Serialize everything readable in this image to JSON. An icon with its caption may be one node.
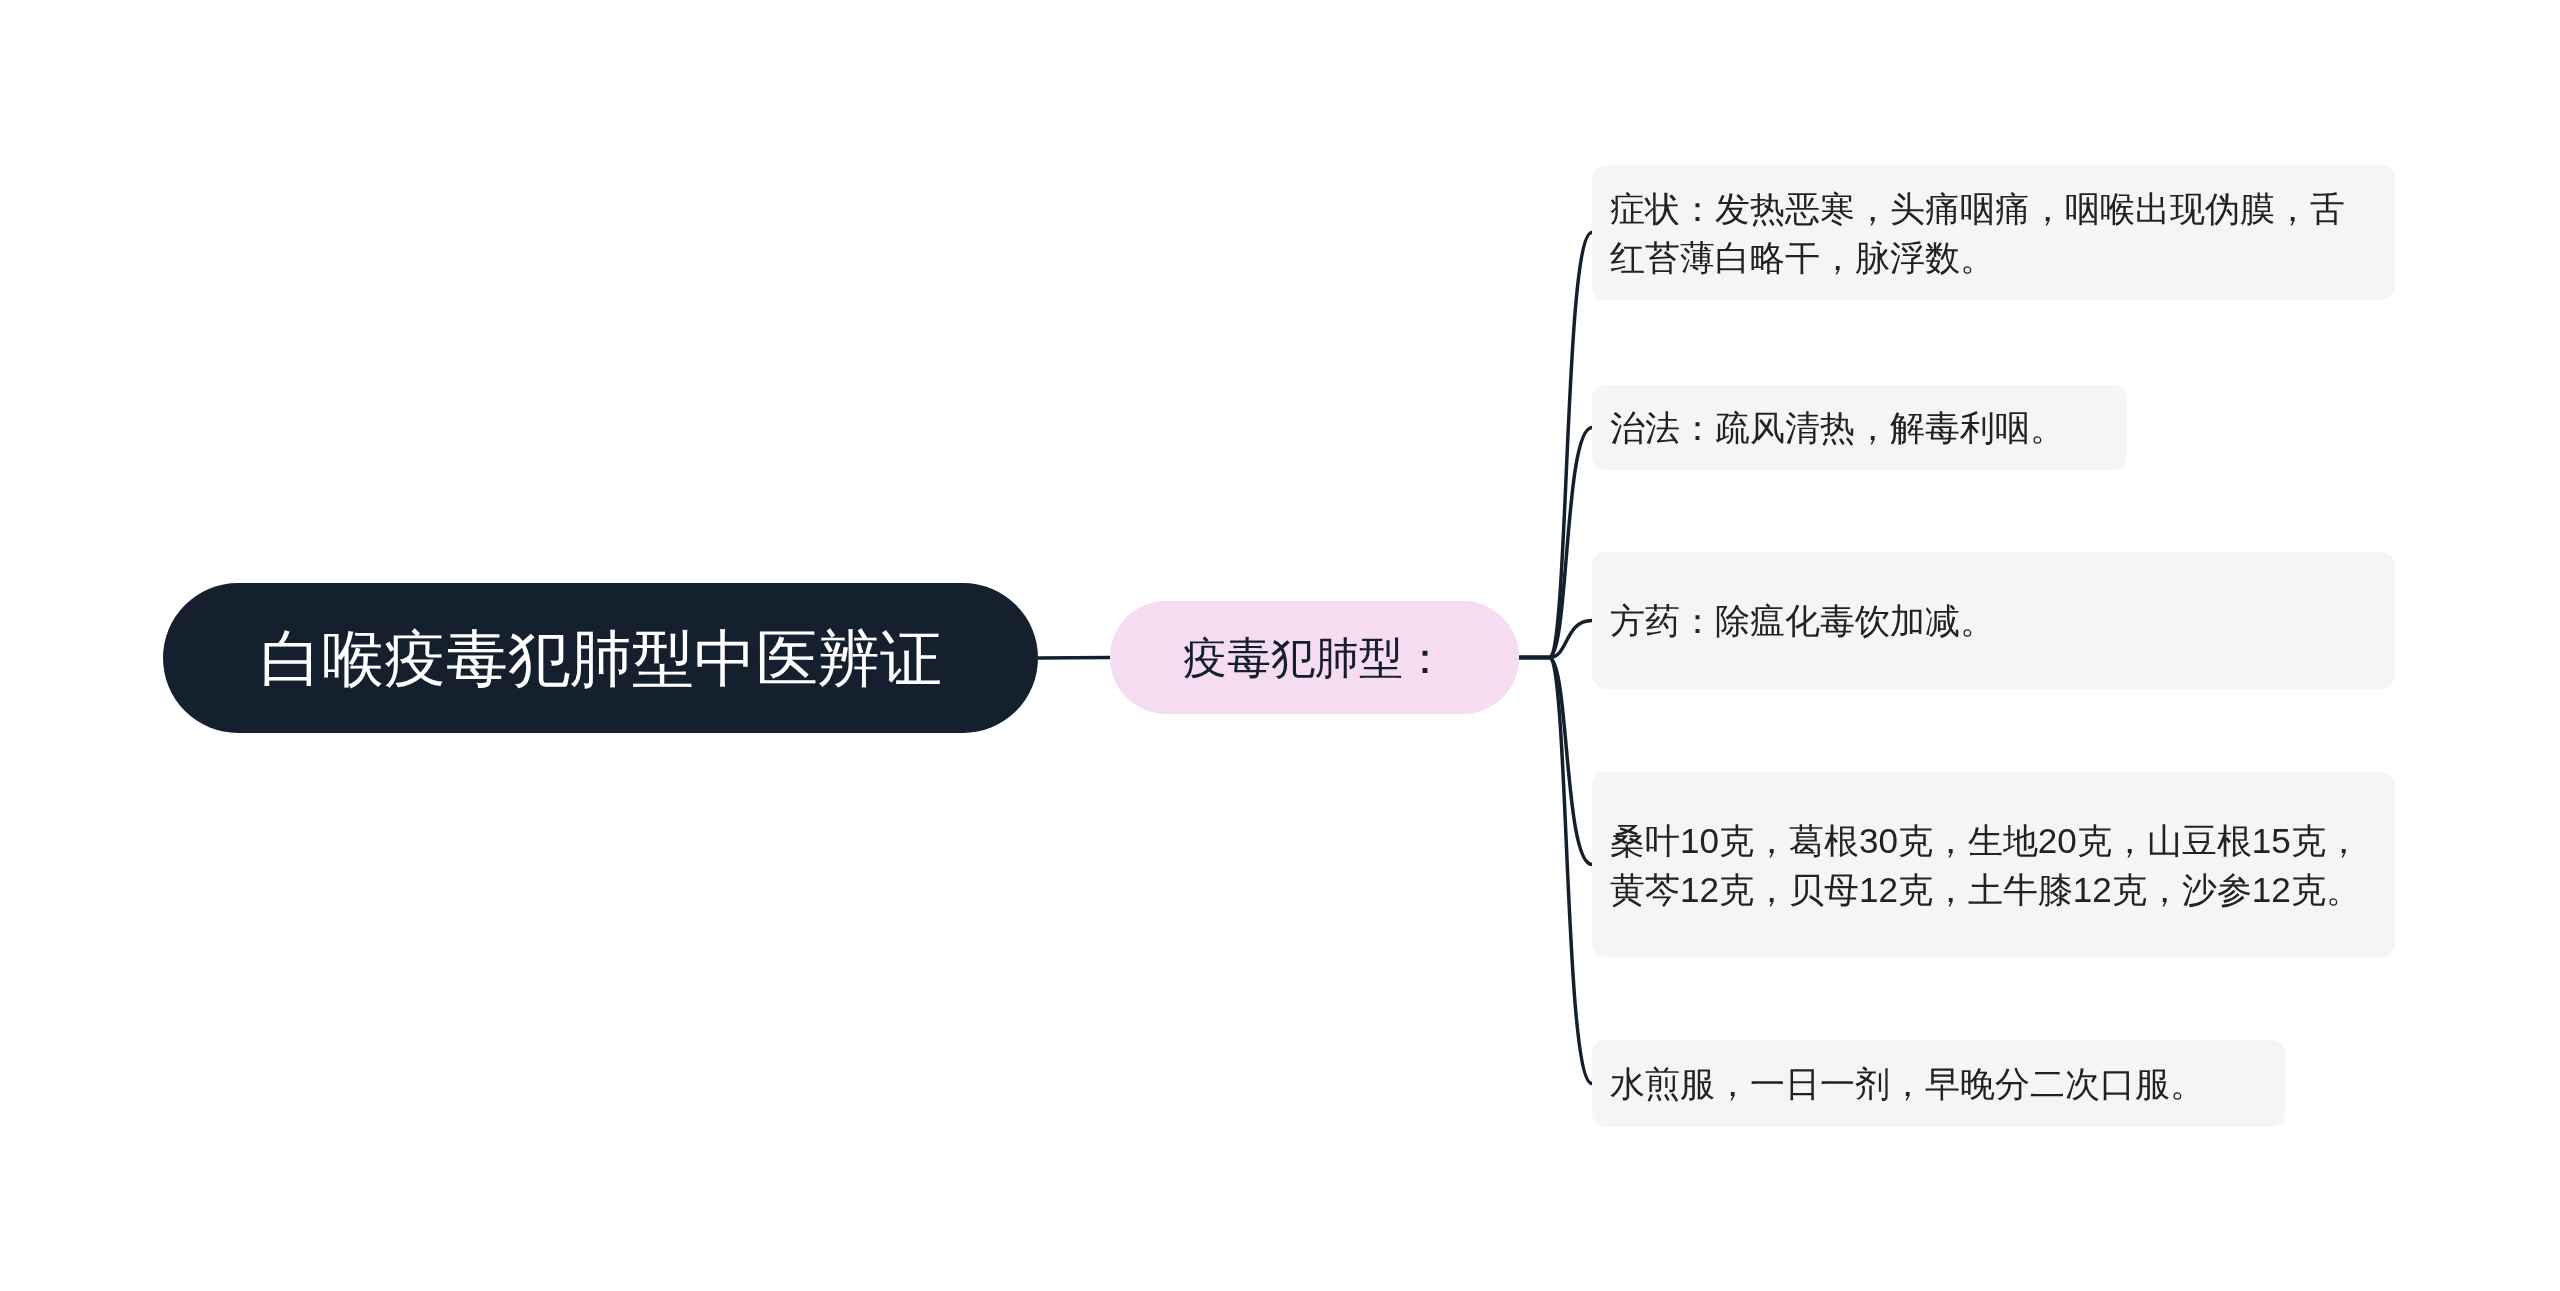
{
  "diagram": {
    "nodes": [
      {
        "text": [
          "白喉疫毒犯肺型中医辨证"
        ]
      },
      {
        "text": [
          "疫毒犯肺型："
        ]
      },
      {
        "text": [
          "症状：发热恶寒，头痛咽痛，咽喉出现伪膜，舌红苔薄白略干，脉浮数。"
        ]
      },
      {
        "text": [
          "治法：疏风清热，解毒利咽。"
        ]
      },
      {
        "text": [
          "方药：除瘟化毒饮加减。"
        ]
      },
      {
        "text": [
          "桑叶10克，葛根30克，生地20克，山豆根15克，黄芩12克，贝母12克，土牛膝12克，沙参12克。"
        ]
      },
      {
        "text": [
          "水煎服，一日一剂，早晚分二次口服。"
        ]
      }
    ],
    "edges": [
      {
        "from": 0,
        "to": 1,
        "arrow": "none"
      },
      {
        "from": 1,
        "to": 2,
        "arrow": "none"
      },
      {
        "from": 1,
        "to": 3,
        "arrow": "none"
      },
      {
        "from": 1,
        "to": 4,
        "arrow": "none"
      },
      {
        "from": 1,
        "to": 5,
        "arrow": "none"
      },
      {
        "from": 1,
        "to": 6,
        "arrow": "none"
      }
    ]
  }
}
